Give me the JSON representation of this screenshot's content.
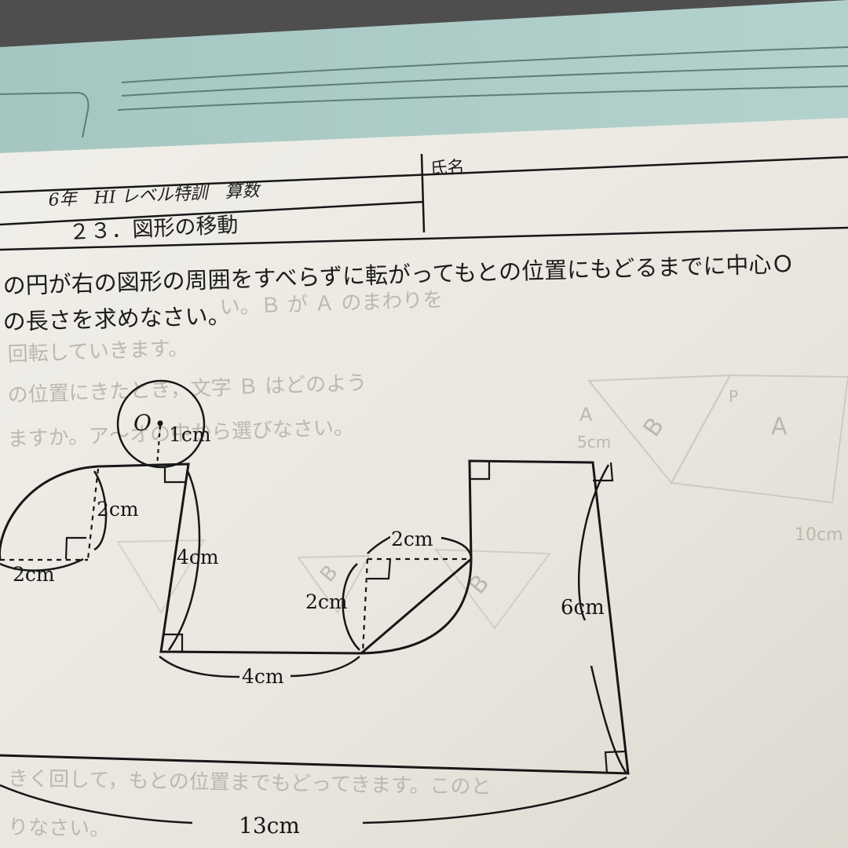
{
  "header": {
    "course": "6年　HI レベル特訓　算数",
    "unit": "２３．図形の移動",
    "name_label": "氏名"
  },
  "question": {
    "line1": "の円が右の図形の周囲をすべらずに転がってもとの位置にもどるまでに中心Ｏ",
    "line2": "の長さを求めなさい。"
  },
  "figure": {
    "center": "O",
    "radius": "1cm",
    "labels": {
      "left_height": "2cm",
      "left_width": "2cm",
      "wall": "4cm",
      "bottom_middle": "4cm",
      "step_width": "2cm",
      "step_height": "2cm",
      "right_height": "6cm",
      "total": "13cm"
    }
  },
  "show_through": {
    "line1": "い。Ｂ が Ａ のまわりを",
    "line2": "回転していきます。",
    "line3": "の位置にきたとき，文字 Ｂ はどのよう",
    "line4": "ますか。ア〜オの中から選びなさい。",
    "p": "P",
    "a_left": "A",
    "b_mid": "B",
    "a_right": "A",
    "five": "5cm",
    "ten": "10cm",
    "b_small": "B",
    "b_small2": "B",
    "bottom1": "きく回して，もとの位置までもどってきます。このと",
    "bottom2": "りなさい。"
  },
  "colors": {
    "paper": "#e9e6df",
    "paper_top": "#f1efe9",
    "sheet_behind": "#a9c9c4",
    "ink": "#171717"
  }
}
